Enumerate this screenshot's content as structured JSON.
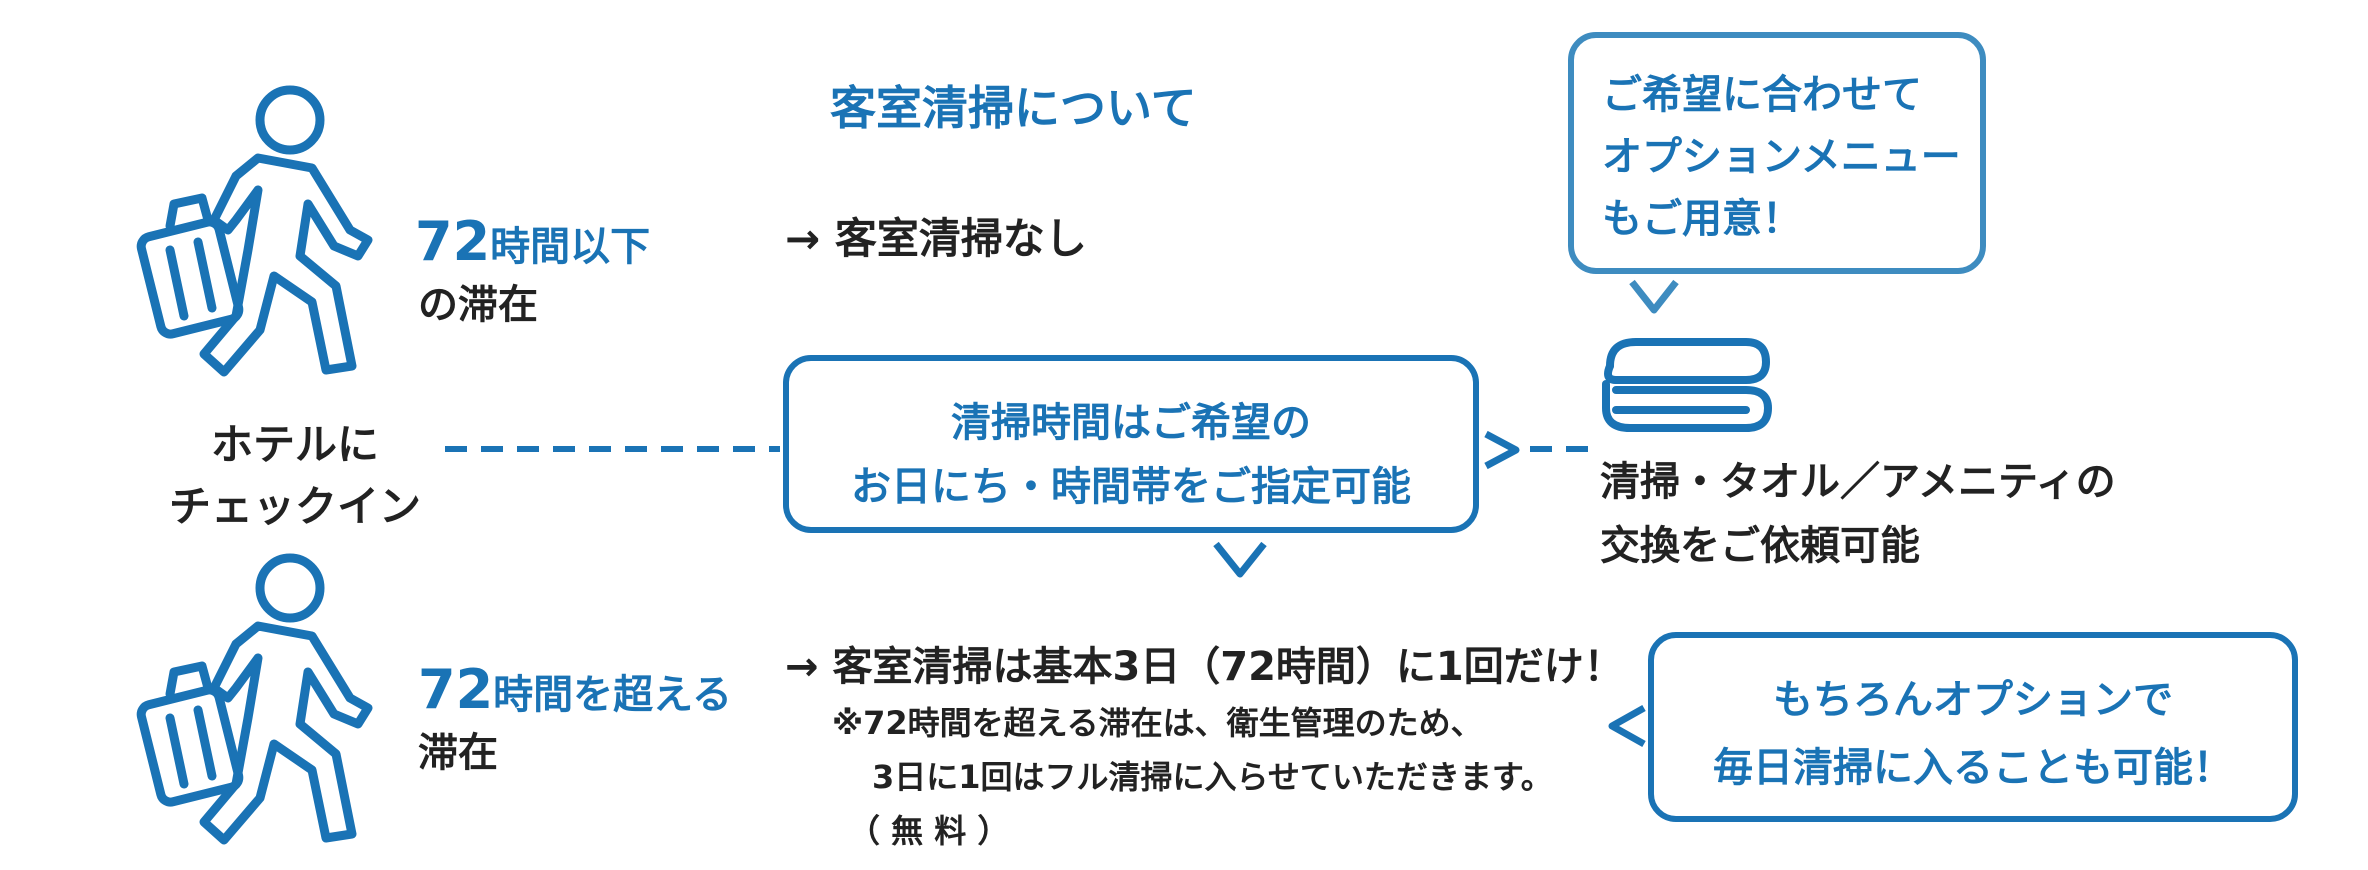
{
  "title": "客室清掃について",
  "left": {
    "checkin_line1": "ホテルに",
    "checkin_line2": "チェックイン"
  },
  "short_stay": {
    "hours_label_num": "72",
    "hours_label_rest": "時間以下",
    "stay_suffix": "の滞在",
    "result": "→ 客室清掃なし"
  },
  "long_stay": {
    "hours_label_num": "72",
    "hours_label_rest": "時間を超える",
    "stay_suffix": "滞在",
    "result": "→ 客室清掃は基本3日（72時間）に1回だけ！",
    "note_line1": "※72時間を超える滞在は、衛生管理のため、",
    "note_line2": "3日に1回はフル清掃に入らせていただきます。",
    "note_line3": "（ 無 料 ）"
  },
  "center_bubble": {
    "line1": "清掃時間はご希望の",
    "line2": "お日にち・時間帯をご指定可能"
  },
  "top_right_bubble": {
    "line1": "ご希望に合わせて",
    "line2": "オプションメニュー",
    "line3": "もご用意！"
  },
  "towel_caption": {
    "line1": "清掃・タオル／アメニティの",
    "line2": "交換をご依頼可能"
  },
  "bottom_right_bubble": {
    "line1": "もちろんオプションで",
    "line2": "毎日清掃に入ることも可能！"
  },
  "colors": {
    "accent_blue": "#1a73b5",
    "text_dark": "#222222"
  },
  "icons": [
    "walking-traveler-icon",
    "towel-stack-icon",
    "chevron-right-icon",
    "chevron-down-icon",
    "chevron-left-icon"
  ]
}
